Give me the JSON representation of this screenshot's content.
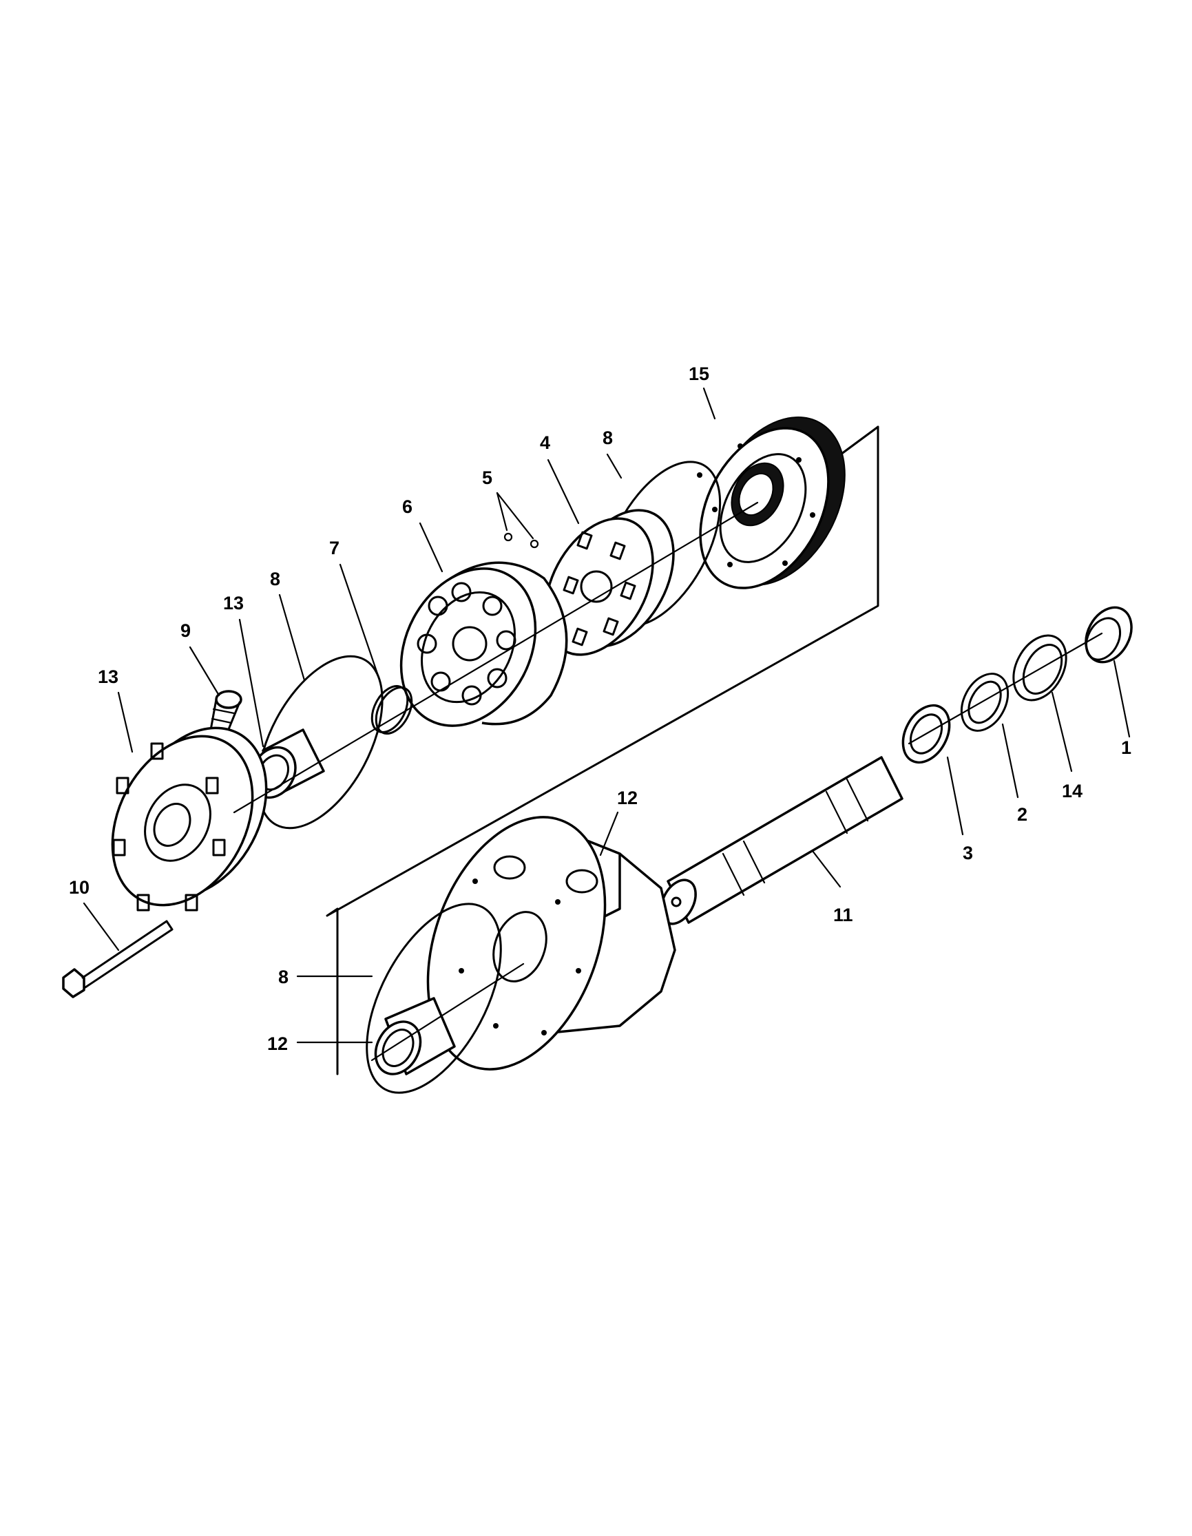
{
  "callouts": {
    "c1": "1",
    "c2": "2",
    "c3": "3",
    "c4": "4",
    "c5": "5",
    "c6": "6",
    "c7": "7",
    "c8a": "8",
    "c8b": "8",
    "c8c": "8",
    "c9": "9",
    "c10": "10",
    "c11": "11",
    "c12a": "12",
    "c12b": "12",
    "c13a": "13",
    "c13b": "13",
    "c14": "14",
    "c15": "15"
  }
}
